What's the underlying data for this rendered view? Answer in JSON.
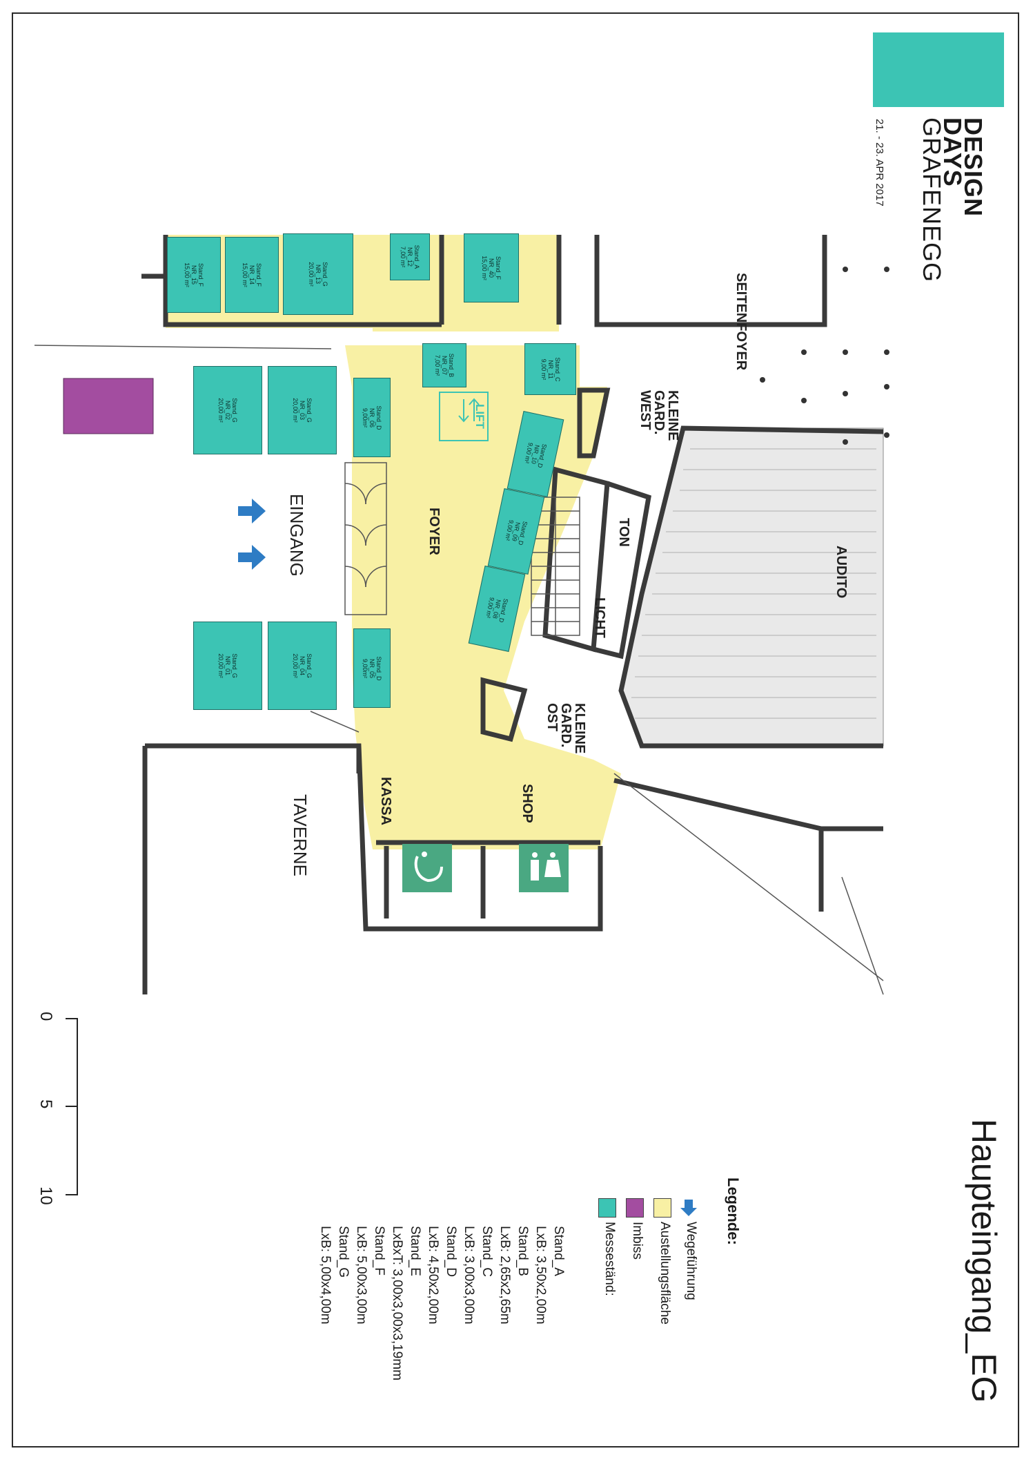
{
  "brand": {
    "line1": "DESIGN",
    "line2": "DAYS",
    "line3": "GRAFENEGG",
    "dates": "21. - 23. APR 2017",
    "accent_color": "#3cc4b4"
  },
  "title": "Haupteingang_EG",
  "rooms": {
    "seitenfoyer": "SEITENFOYER",
    "foyer": "FOYER",
    "eingang": "EINGANG",
    "lift": "LIFT",
    "kleine_gard_west": [
      "KLEINE",
      "GARD.",
      "WEST"
    ],
    "kleine_gard_ost": [
      "KLEINE",
      "GARD.",
      "OST"
    ],
    "ton": "TON",
    "licht": "LICHT",
    "audito": "AUDITO",
    "kassa": "KASSA",
    "shop": "SHOP",
    "taverne": "TAVERNE"
  },
  "booths": [
    {
      "id": "nr15",
      "lines": [
        "Stand_F",
        "NR_15",
        "15,00 m²"
      ]
    },
    {
      "id": "nr14",
      "lines": [
        "Stand_F",
        "NR_14",
        "15,00 m²"
      ]
    },
    {
      "id": "nr13",
      "lines": [
        "Stand_G",
        "NR_13",
        "20,00 m²"
      ]
    },
    {
      "id": "nr12",
      "lines": [
        "Stand_A",
        "NR_12",
        "7,00 m²"
      ]
    },
    {
      "id": "nr40",
      "lines": [
        "Stand_F",
        "NR_40",
        "15,00 m²"
      ]
    },
    {
      "id": "nr07",
      "lines": [
        "Stand_B",
        "NR_07",
        "7,00 m²"
      ]
    },
    {
      "id": "nr11",
      "lines": [
        "Stand_C",
        "NR_11",
        "9,00 m²"
      ]
    },
    {
      "id": "nr02",
      "lines": [
        "Stand_G",
        "NR_02",
        "20,00 m²"
      ]
    },
    {
      "id": "nr03",
      "lines": [
        "Stand_G",
        "NR_03",
        "20,00 m²"
      ]
    },
    {
      "id": "nr06",
      "lines": [
        "Stand_D",
        "NR_06",
        "9,00m²"
      ]
    },
    {
      "id": "nr10",
      "lines": [
        "Stand_D",
        "NR_10",
        "9,00 m²"
      ]
    },
    {
      "id": "nr09",
      "lines": [
        "Stand_D",
        "NR_09",
        "9,00 m²"
      ]
    },
    {
      "id": "nr08",
      "lines": [
        "Stand_D",
        "NR_08",
        "9,00 m²"
      ]
    },
    {
      "id": "nr01",
      "lines": [
        "Stand_G",
        "NR_01",
        "20,00 m²"
      ]
    },
    {
      "id": "nr04",
      "lines": [
        "Stand_G",
        "NR_04",
        "20,00 m²"
      ]
    },
    {
      "id": "nr05",
      "lines": [
        "Stand_D",
        "NR_05",
        "9,00m²"
      ]
    }
  ],
  "scale": {
    "labels": [
      "0",
      "5",
      "10"
    ]
  },
  "legend": {
    "heading": "Legende:",
    "items": [
      {
        "label": "Wegeführung",
        "color": "#2e7cc4"
      },
      {
        "label": "Austellungsfläche",
        "color": "#f8f0a4"
      },
      {
        "label": "Imbiss",
        "color": "#a34da0"
      },
      {
        "label": "Messeständ:",
        "color": "#3cc4b4"
      }
    ],
    "specs": [
      "Stand_A",
      "LxB: 3,50x2,00m",
      "Stand_B",
      "LxB: 2,65x2,65m",
      "Stand_C",
      "LxB: 3,00x3,00m",
      "Stand_D",
      "LxB: 4,50x2,00m",
      "Stand_E",
      "LxBxT: 3,00x3,00x3,19mm",
      "Stand_F",
      "LxB: 5,00x3,00m",
      "Stand_G",
      "LxB: 5,00x4,00m"
    ]
  },
  "colors": {
    "exhibition_area": "#f8f0a4",
    "booth": "#3cc4b4",
    "imbiss": "#a34da0",
    "arrow": "#2e7cc4",
    "wc_sign": "#4aa882"
  }
}
